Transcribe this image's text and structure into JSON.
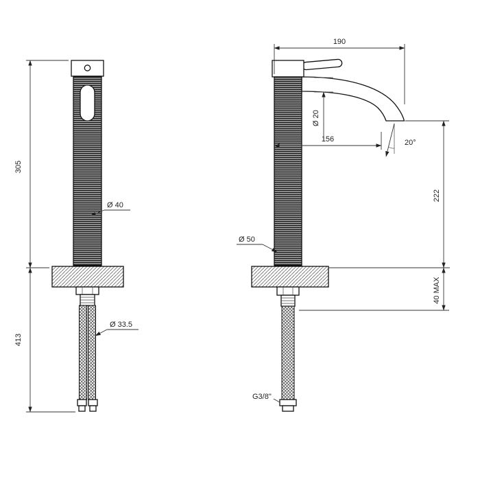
{
  "front_view": {
    "overall_height": "305",
    "below_deck_height": "413",
    "body_diameter": "Ø 40",
    "hose_diameter": "Ø 33.5"
  },
  "side_view": {
    "overall_depth": "190",
    "spout_tube_diameter": "Ø 20",
    "spout_reach": "156",
    "stream_angle": "20°",
    "spout_outlet_height": "222",
    "max_deck_thickness": "40 MAX",
    "base_diameter": "Ø 50",
    "inlet_thread": "G3/8\""
  },
  "colors": {
    "line": "#111111",
    "dimension": "#333333",
    "background": "#ffffff"
  }
}
